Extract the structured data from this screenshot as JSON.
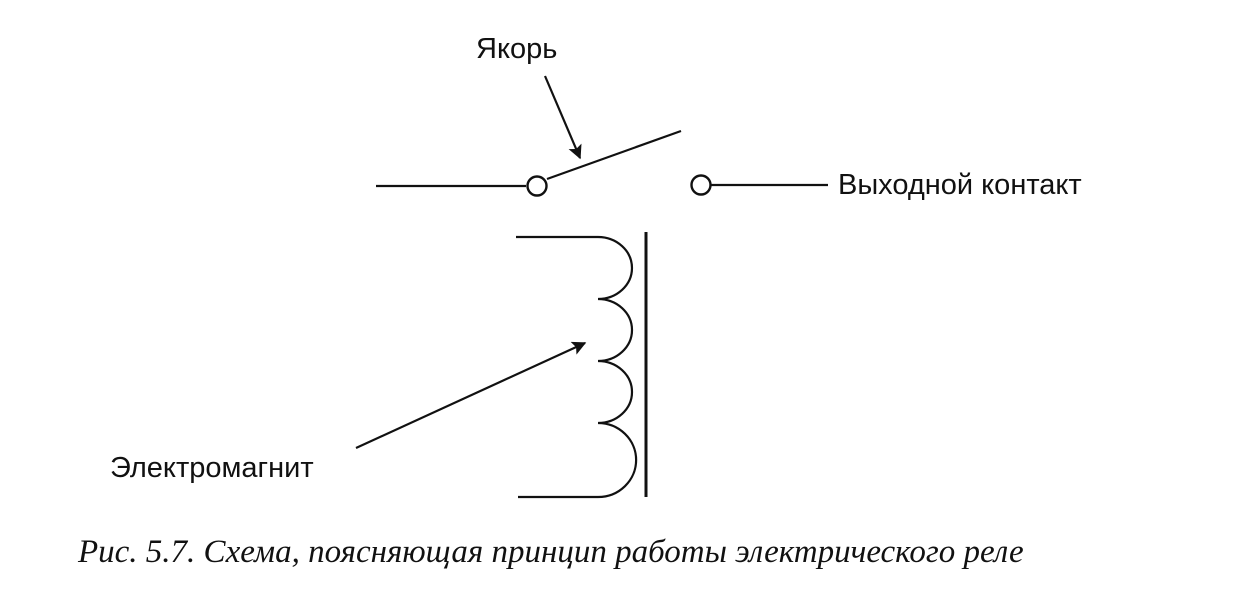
{
  "labels": {
    "armature": "Якорь",
    "output_contact": "Выходной контакт",
    "electromagnet": "Электромагнит"
  },
  "caption": "Рис. 5.7. Схема, поясняющая принцип работы электрического реле"
}
